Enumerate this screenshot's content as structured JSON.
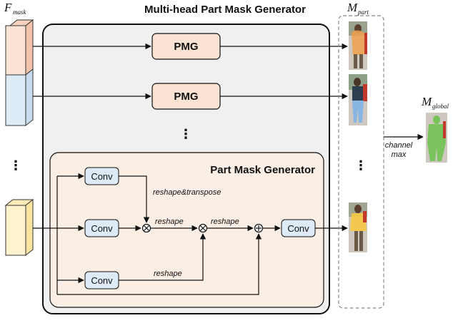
{
  "title": "Multi-head Part Mask Generator",
  "inputs": {
    "label_main": "F",
    "label_sub": "mask",
    "dots": "⋮"
  },
  "outputs": {
    "part_main": "M",
    "part_sub": "part",
    "global_main": "M",
    "global_sub": "global",
    "dots": "⋮"
  },
  "pmg_blocks": [
    {
      "label": "PMG"
    },
    {
      "label": "PMG"
    }
  ],
  "pmg_dots": "⋮",
  "generator": {
    "title": "Part Mask Generator",
    "conv_label": "Conv",
    "reshape_transpose": "reshape&transpose",
    "reshape": "reshape",
    "plus": "+",
    "times": "×"
  },
  "channel_max": {
    "line1": "channel",
    "line2": "max"
  },
  "colors": {
    "outer_fill": "#f0f0f0",
    "pmg_fill": "#fbe3d4",
    "generator_fill": "#fbeee5",
    "conv_fill": "#deebf7",
    "input_orange": "#fbe4d5",
    "input_blue": "#ddebf7",
    "input_yellow": "#fff2cc"
  }
}
